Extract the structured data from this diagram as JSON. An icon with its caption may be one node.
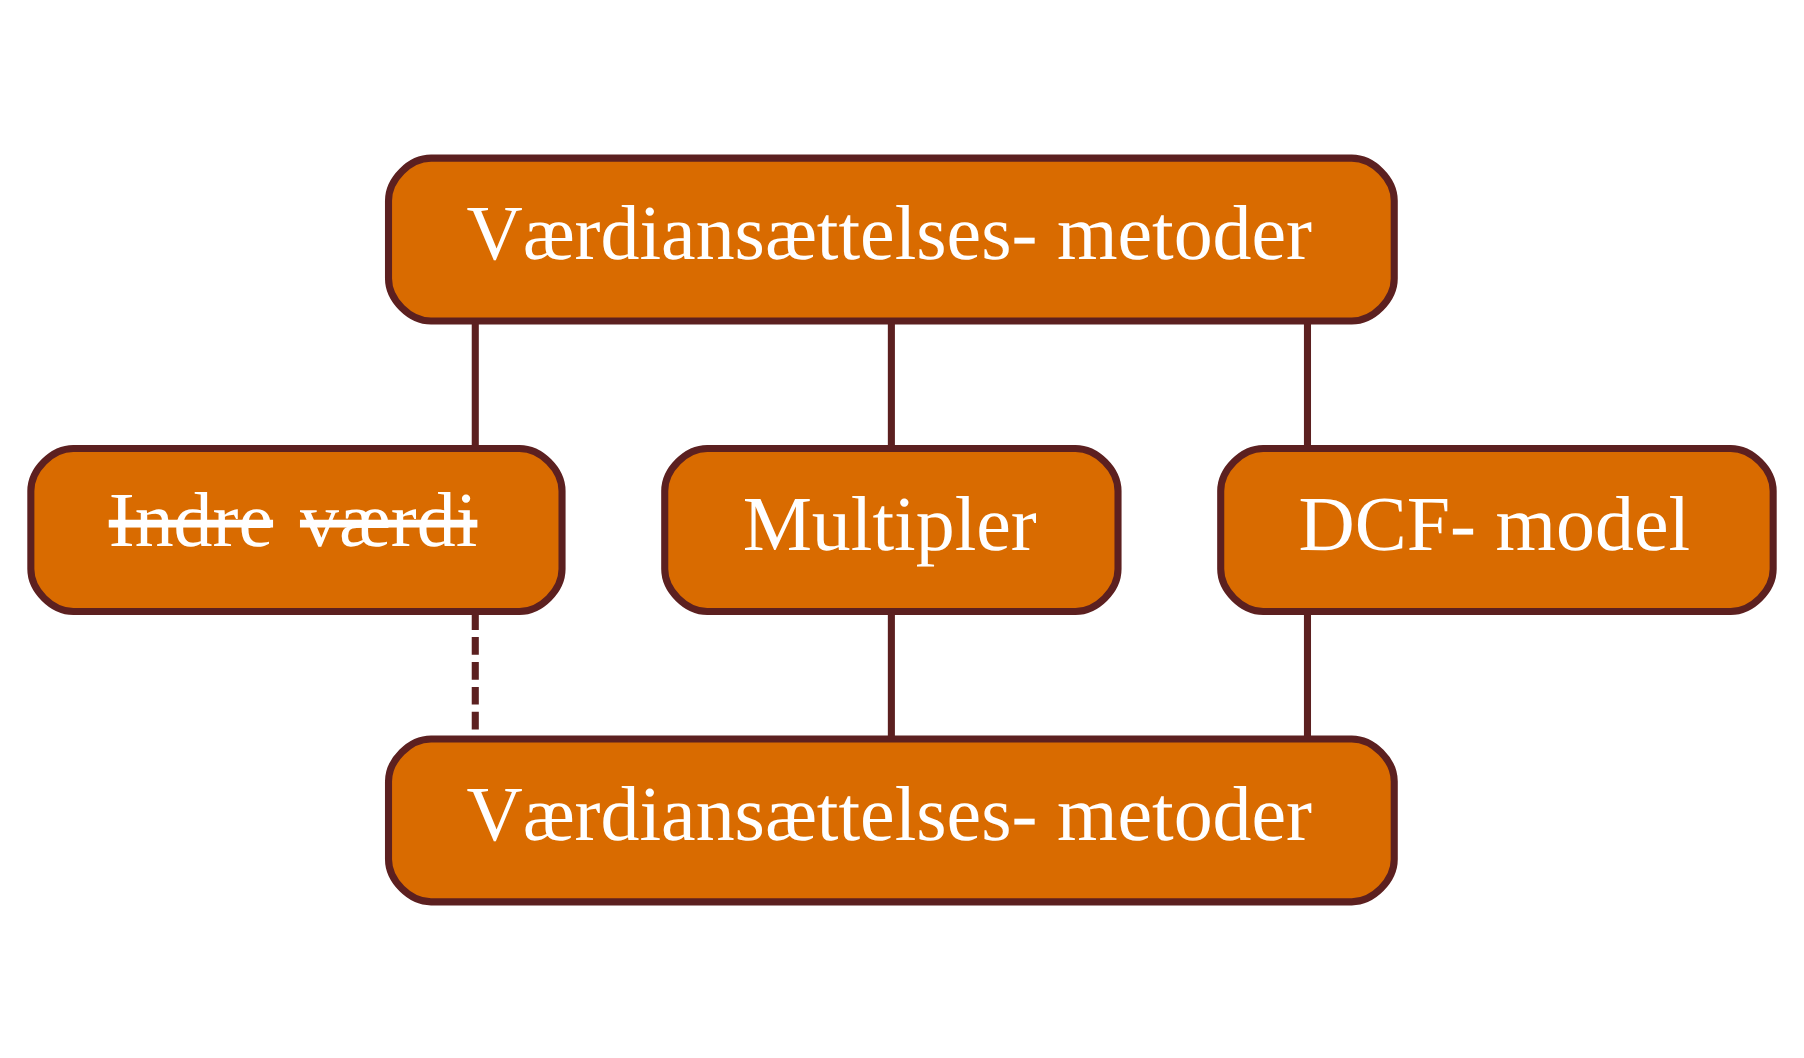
{
  "diagram": {
    "nodes": [
      {
        "text": [
          "Værdiansættelses- metoder"
        ]
      },
      {
        "text": [
          "Indre værdi"
        ]
      },
      {
        "text": [
          "Multipler"
        ]
      },
      {
        "text": [
          "DCF- model"
        ]
      },
      {
        "text": [
          "Værdiansættelses- metoder"
        ]
      }
    ],
    "edges": [
      {
        "from": 0,
        "to": 1,
        "arrow": "none"
      },
      {
        "from": 0,
        "to": 2,
        "arrow": "none"
      },
      {
        "from": 0,
        "to": 3,
        "arrow": "none"
      },
      {
        "from": 1,
        "to": 4,
        "arrow": "none",
        "style": "dashed"
      },
      {
        "from": 2,
        "to": 4,
        "arrow": "none"
      },
      {
        "from": 3,
        "to": 4,
        "arrow": "none"
      }
    ]
  }
}
